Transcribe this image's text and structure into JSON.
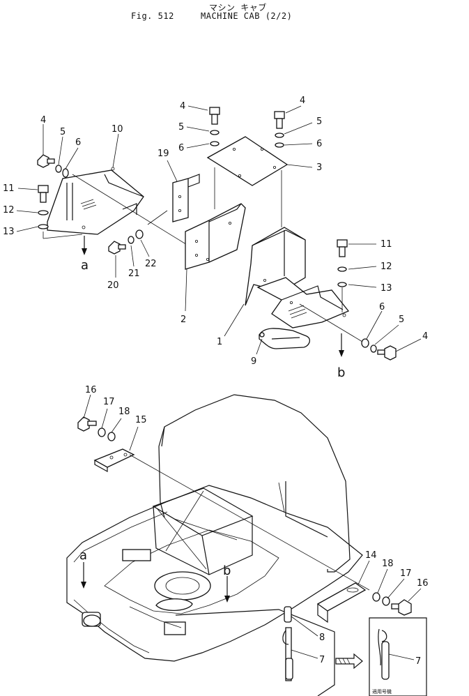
{
  "header": {
    "japanese_title": "マシン キャブ",
    "figure_number": "Fig. 512",
    "title": "MACHINE CAB (2/2)"
  },
  "callouts": {
    "left_panel": {
      "bolt_top": "4",
      "spring_washer": "5",
      "washer": "6",
      "cover": "10",
      "bolt_side": "11",
      "spring_washer_side": "12",
      "washer_side": "13",
      "arrow": "a"
    },
    "center": {
      "bolt": "4",
      "spring_washer": "5",
      "washer": "6",
      "bracket": "19",
      "bolt_small": "20",
      "spring_washer_small": "21",
      "washer_small": "22",
      "panel": "2"
    },
    "right_cluster": {
      "bolt": "4",
      "spring_washer": "5",
      "washer": "6",
      "plate": "3",
      "bolt_side": "11",
      "spring_washer_side": "12",
      "washer_side": "13",
      "bolt_bottom": "4",
      "spring_washer_bottom": "5",
      "washer_bottom": "6",
      "cover": "1",
      "handle": "9",
      "arrow": "b"
    },
    "lower": {
      "bolt": "16",
      "spring_washer": "17",
      "washer": "18",
      "bracket": "15",
      "arrow_a": "a",
      "arrow_b": "b",
      "bracket_right": "14",
      "washer_right": "18",
      "spring_washer_right": "17",
      "bolt_right": "16",
      "pin": "8",
      "rod": "7",
      "rod_detail": "7"
    }
  },
  "detail_caption": "適用号機"
}
